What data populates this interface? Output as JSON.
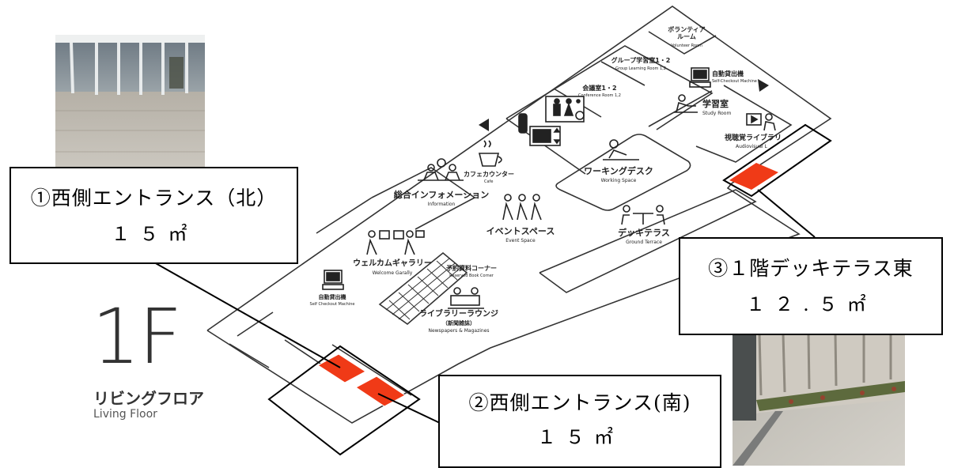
{
  "floor": {
    "number": "1F",
    "name_ja": "リビングフロア",
    "name_en": "Living Floor"
  },
  "rooms": {
    "volunteer": {
      "ja": "ボランティア\nルーム",
      "en": "Volunteer Room"
    },
    "group_learning": {
      "ja": "グループ学習室1・2",
      "en": "Group Learning Room 1,2"
    },
    "conference": {
      "ja": "会議室1・2",
      "en": "Conference Room 1,2"
    },
    "self_checkout_top": {
      "ja": "自動貸出機",
      "en": "Self-Checkout Machine"
    },
    "study_room": {
      "ja": "学習室",
      "en": "Study Room"
    },
    "audiovisual": {
      "ja": "視聴覚ライブラリ",
      "en": "Audiovisual L"
    },
    "cafe": {
      "ja": "カフェカウンター",
      "en": "Cafe"
    },
    "information": {
      "ja": "総合インフォメーション",
      "en": "Information"
    },
    "working_desk": {
      "ja": "ワーキングデスク",
      "en": "Working Space"
    },
    "event_space": {
      "ja": "イベントスペース",
      "en": "Event Space"
    },
    "deck_terrace": {
      "ja": "デッキテラス",
      "en": "Ground Terrace"
    },
    "welcome_gallery": {
      "ja": "ウェルカムギャラリー",
      "en": "Welcome Garally"
    },
    "reserved": {
      "ja": "予約資料コーナー",
      "en": "Reserved Book Corner"
    },
    "self_checkout_left": {
      "ja": "自動貸出機",
      "en": "Self Checkout Machine"
    },
    "library_lounge": {
      "ja": "ライブラリーラウンジ",
      "ja2": "（新聞雑誌）",
      "en": "Newspapers & Magazines"
    }
  },
  "callouts": [
    {
      "title": "①西側エントランス（北）",
      "area": "１５㎡"
    },
    {
      "title": "②西側エントランス(南)",
      "area": "１５㎡"
    },
    {
      "title": "③１階デッキテラス東",
      "area": "１２.５㎡"
    }
  ],
  "colors": {
    "highlight": "#f03a17",
    "line": "#333333",
    "photo_floor": "#bdb9b0",
    "photo_sky": "#5b6a76"
  },
  "icons": [
    "info-person-icon",
    "coffee-cup-icon",
    "toilet-icon",
    "wheelchair-icon",
    "elevator-icon",
    "baby-bottle-icon",
    "computer-terminal-icon",
    "study-desk-icon",
    "audiovisual-icon",
    "working-person-icon",
    "event-people-icon",
    "gallery-icon",
    "terrace-table-icon",
    "reading-lounge-icon",
    "direction-arrow-icon"
  ]
}
